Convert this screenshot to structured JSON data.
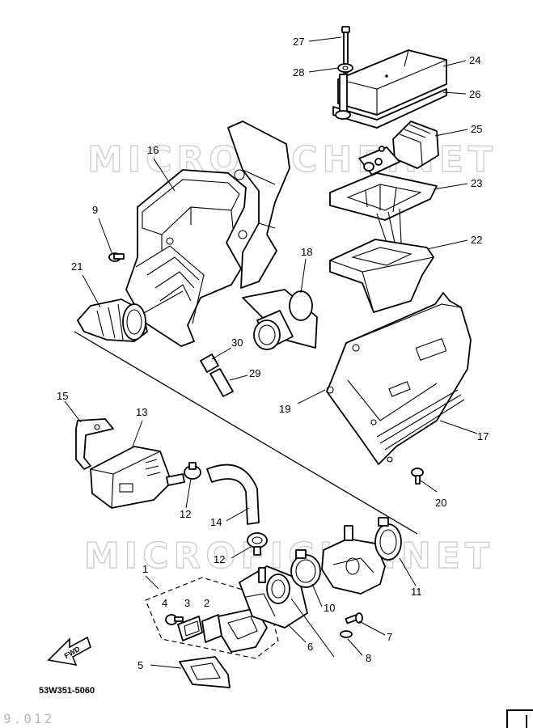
{
  "diagram": {
    "watermark_top": "MICROFICHE.NET",
    "watermark_bottom": "MICROFICHE.NET",
    "part_code": "53W351-5060",
    "forward_label": "FWD",
    "page_number": "9.012",
    "callouts": {
      "c1": "1",
      "c2": "2",
      "c3": "3",
      "c4": "4",
      "c5": "5",
      "c6": "6",
      "c7": "7",
      "c8": "8",
      "c9": "9",
      "c10": "10",
      "c11": "11",
      "c12a": "12",
      "c12b": "12",
      "c13": "13",
      "c14": "14",
      "c15": "15",
      "c16": "16",
      "c17": "17",
      "c18": "18",
      "c19": "19",
      "c20": "20",
      "c21": "21",
      "c22": "22",
      "c23": "23",
      "c24": "24",
      "c25": "25",
      "c26": "26",
      "c27": "27",
      "c28": "28",
      "c29": "29",
      "c30": "30"
    }
  }
}
